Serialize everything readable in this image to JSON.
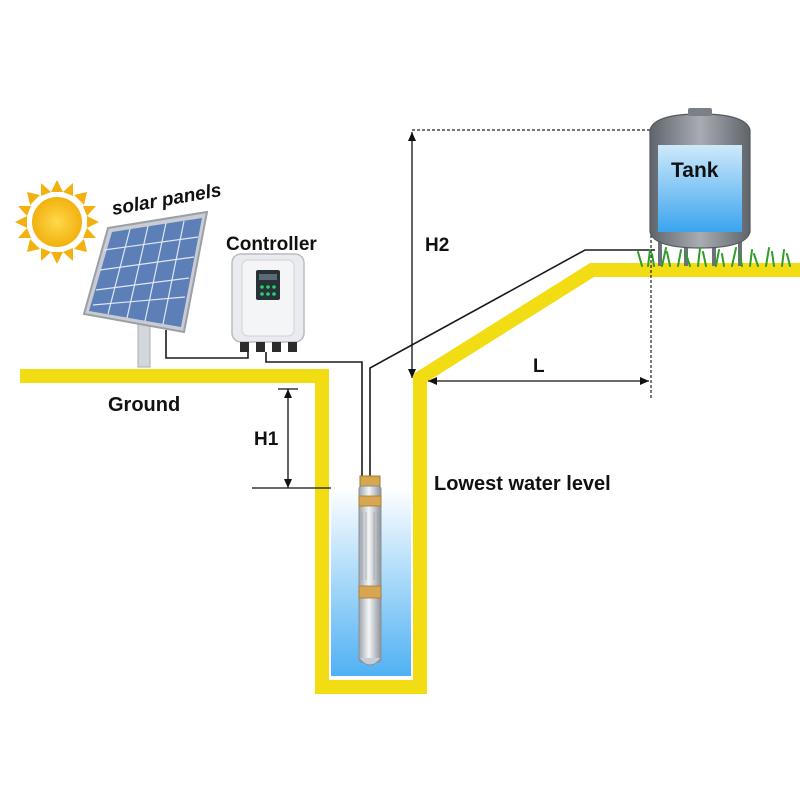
{
  "labels": {
    "solar_panels": "solar panels",
    "controller": "Controller",
    "ground": "Ground",
    "h1": "H1",
    "h2": "H2",
    "l": "L",
    "lowest_water_level": "Lowest water level",
    "tank": "Tank"
  },
  "colors": {
    "ground_yellow": "#f2dc14",
    "water_top": "#ffffff",
    "water_bottom": "#4fb1f3",
    "sun": "#f7c21a",
    "panel_blue": "#5c7fb8",
    "panel_frame": "#c9ccd2",
    "tank_gray": "#8a8f96",
    "tank_water": "#56b6f4",
    "grass": "#2f9d2a",
    "line": "#1a1a1a",
    "pump_steel": "#d9dde2",
    "pump_brass": "#d6a652",
    "controller_body": "#e9ebee",
    "controller_screen": "#263238",
    "controller_led": "#2bd16a"
  },
  "icons": {
    "sun": "sun-icon",
    "solar_panel": "solar-panel-icon",
    "controller": "controller-icon",
    "pump": "submersible-pump-icon",
    "tank": "water-tank-icon",
    "grass": "grass-icon"
  }
}
